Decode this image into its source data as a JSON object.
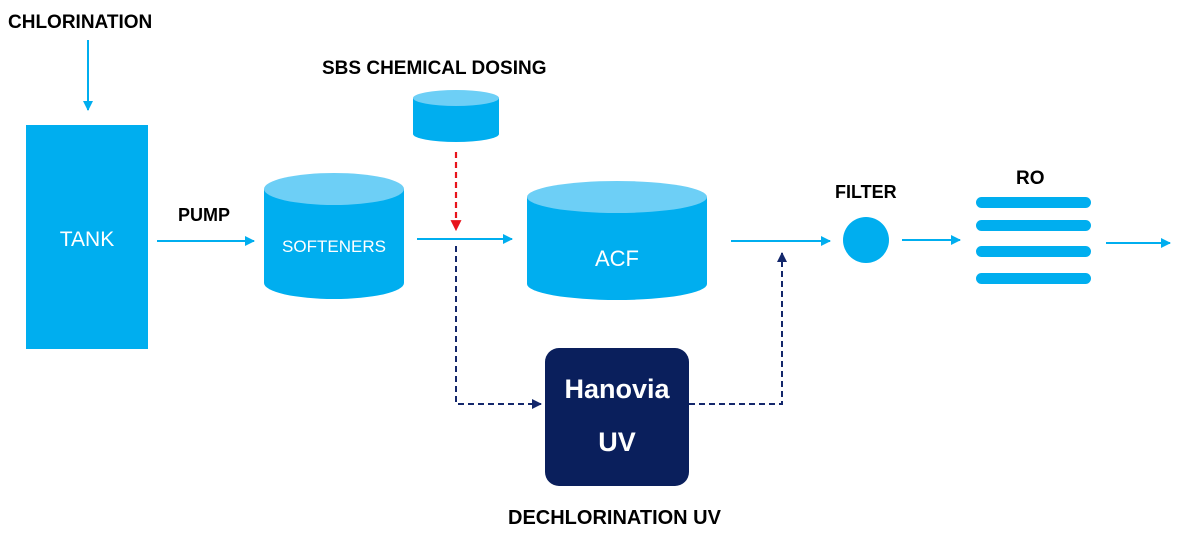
{
  "labels": {
    "chlorination": "CHLORINATION",
    "sbs_dosing": "SBS CHEMICAL DOSING",
    "pump": "PUMP",
    "filter": "FILTER",
    "ro": "RO",
    "dechlorination_uv": "DECHLORINATION UV"
  },
  "units": {
    "tank": "TANK",
    "softeners": "SOFTENERS",
    "acf": "ACF",
    "uv_line1": "Hanovia",
    "uv_line2": "UV"
  },
  "colors": {
    "process_blue": "#00aeef",
    "cylinder_top": "#6dcff6",
    "uv_navy": "#0a1f5c",
    "bypass_line": "#13276b",
    "dosing_line": "#e8141c",
    "label_text": "#000000"
  }
}
